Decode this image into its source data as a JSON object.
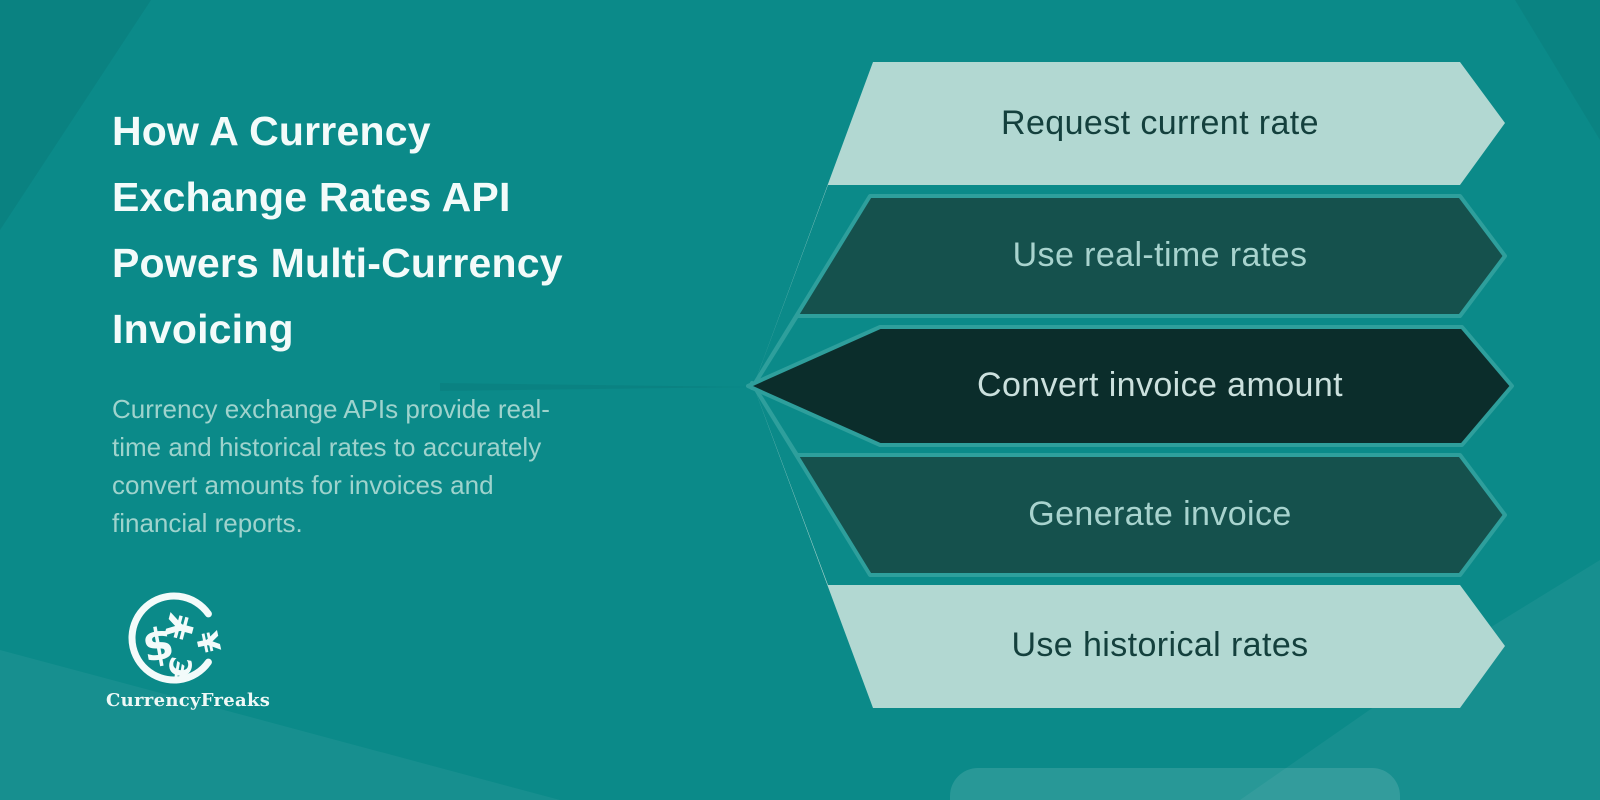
{
  "colors": {
    "background": "#0b8a89",
    "stroke": "#2e9f9c",
    "title": "#f3fbfa",
    "subtitle": "#9fd3cd"
  },
  "title": {
    "text": "How A Currency Exchange Rates API Powers Multi-Currency Invoicing",
    "lines": [
      "How A Currency",
      "Exchange Rates API",
      "Powers Multi-Currency",
      "Invoicing"
    ]
  },
  "subtitle": {
    "text": "Currency exchange APIs provide real-time and historical rates to accurately convert amounts for invoices and financial reports.",
    "lines": [
      "Currency exchange APIs provide real-",
      "time and historical rates to accurately",
      "convert amounts for invoices and",
      "financial reports."
    ]
  },
  "logo": {
    "brand": "CurrencyFreaks",
    "symbols": [
      "$",
      "¥",
      "€",
      "¥"
    ]
  },
  "steps": [
    {
      "label": "Request current rate",
      "fill": "#b2d8d2",
      "text_color": "#14403d"
    },
    {
      "label": "Use real-time rates",
      "fill": "#15514d",
      "text_color": "#a8d3ce"
    },
    {
      "label": "Convert invoice amount",
      "fill": "#0b2d2b",
      "text_color": "#cbe0dd"
    },
    {
      "label": "Generate invoice",
      "fill": "#15514d",
      "text_color": "#a8d3ce"
    },
    {
      "label": "Use historical rates",
      "fill": "#b2d8d2",
      "text_color": "#14403d"
    }
  ]
}
